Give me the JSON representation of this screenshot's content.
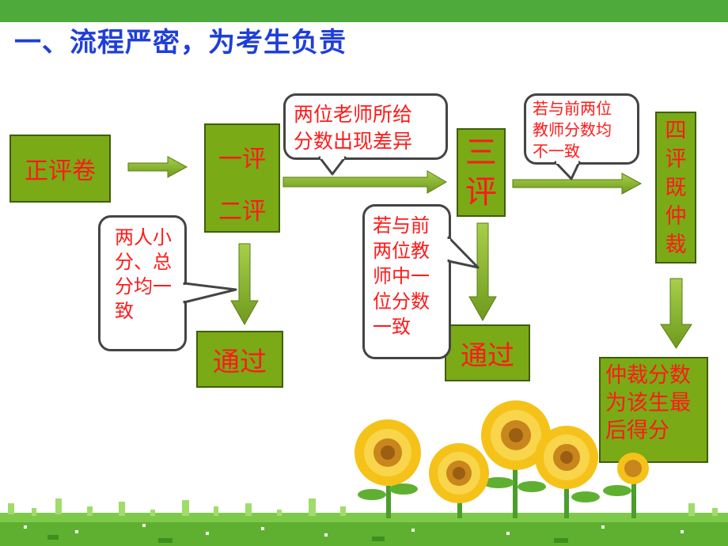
{
  "title": "一、流程严密，为考生负责",
  "nodes": {
    "zheng_ping_juan": "正评卷",
    "yi_ping": "一评",
    "er_ping": "二评",
    "san_ping": [
      "三",
      "评"
    ],
    "si_ping": [
      "四",
      "评",
      "既",
      "仲",
      "裁"
    ],
    "tongguo_1": "通过",
    "tongguo_2": "通过",
    "final": [
      "仲裁分数",
      "为该生最",
      "后得分"
    ]
  },
  "callouts": {
    "diff_scores": [
      "两位老师所给",
      "分数出现差异"
    ],
    "two_agree": [
      "两人小",
      "分、总",
      "分均一",
      "致"
    ],
    "one_agree": [
      "若与前",
      "两位教",
      "师中一",
      "位分数",
      "一致"
    ],
    "none_agree": [
      "若与前两位",
      "教师分数均",
      "不一致"
    ]
  },
  "colors": {
    "accent_green": "#4eaa3a",
    "box_fill": "#7aaa16",
    "text_red": "#ff1a1a",
    "title_blue": "#1f3fd8"
  }
}
